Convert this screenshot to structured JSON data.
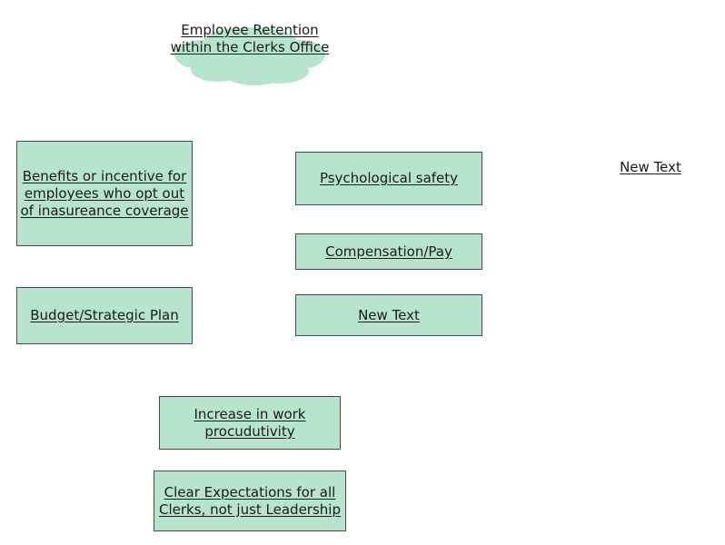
{
  "diagram": {
    "colors": {
      "node_fill": "#b7e4cc",
      "node_border": "#4a4a4a",
      "text": "#1a1a1a"
    },
    "central_topic": {
      "label": "Employee Retention within the Clerks Office",
      "shape": "cloud"
    },
    "topics": [
      {
        "id": "benefits",
        "label": "Benefits or incentive for employees who opt out of inasureance coverage"
      },
      {
        "id": "psych-safety",
        "label": "Psychological safety"
      },
      {
        "id": "compensation",
        "label": "Compensation/Pay"
      },
      {
        "id": "budget",
        "label": "Budget/Strategic Plan"
      },
      {
        "id": "new-text-box",
        "label": "New Text"
      },
      {
        "id": "productivity",
        "label": "Increase in work procudutivity"
      },
      {
        "id": "expectations",
        "label": "Clear Expectations for all Clerks, not just Leadership"
      }
    ],
    "floating_text": {
      "label": "New Text"
    }
  }
}
